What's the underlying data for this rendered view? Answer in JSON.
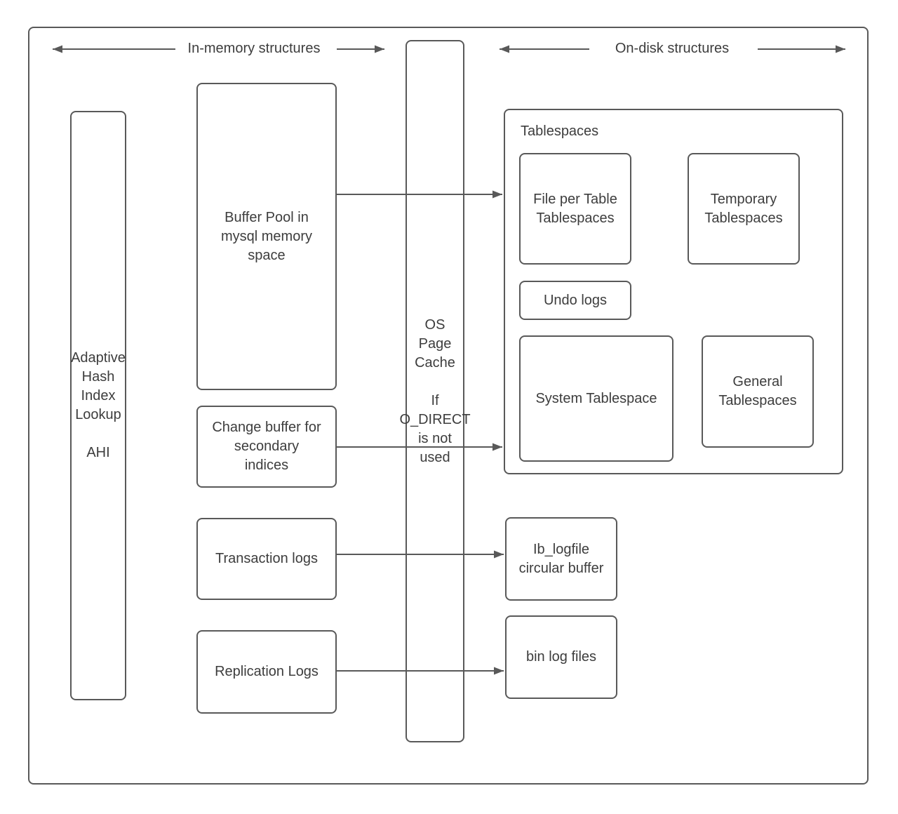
{
  "colors": {
    "stroke": "#595959",
    "text": "#3d3d3d",
    "background": "#ffffff"
  },
  "headers": {
    "in_memory": "In-memory structures",
    "on_disk": "On-disk structures"
  },
  "in_memory": {
    "ahi": "Adaptive\nHash\nIndex\nLookup\n\nAHI",
    "buffer_pool": "Buffer Pool in\nmysql memory\nspace",
    "change_buffer": "Change buffer for\nsecondary\nindices",
    "transaction_logs": "Transaction logs",
    "replication_logs": "Replication Logs"
  },
  "os_page_cache": "OS\nPage\nCache\n\nIf\nO_DIRECT\nis not\nused",
  "on_disk": {
    "tablespaces_label": "Tablespaces",
    "file_per_table": "File per Table\nTablespaces",
    "temporary": "Temporary\nTablespaces",
    "undo_logs": "Undo logs",
    "system_tablespace": "System Tablespace",
    "general": "General\nTablespaces",
    "ib_logfile": "Ib_logfile\ncircular buffer",
    "bin_log_files": "bin log files"
  }
}
